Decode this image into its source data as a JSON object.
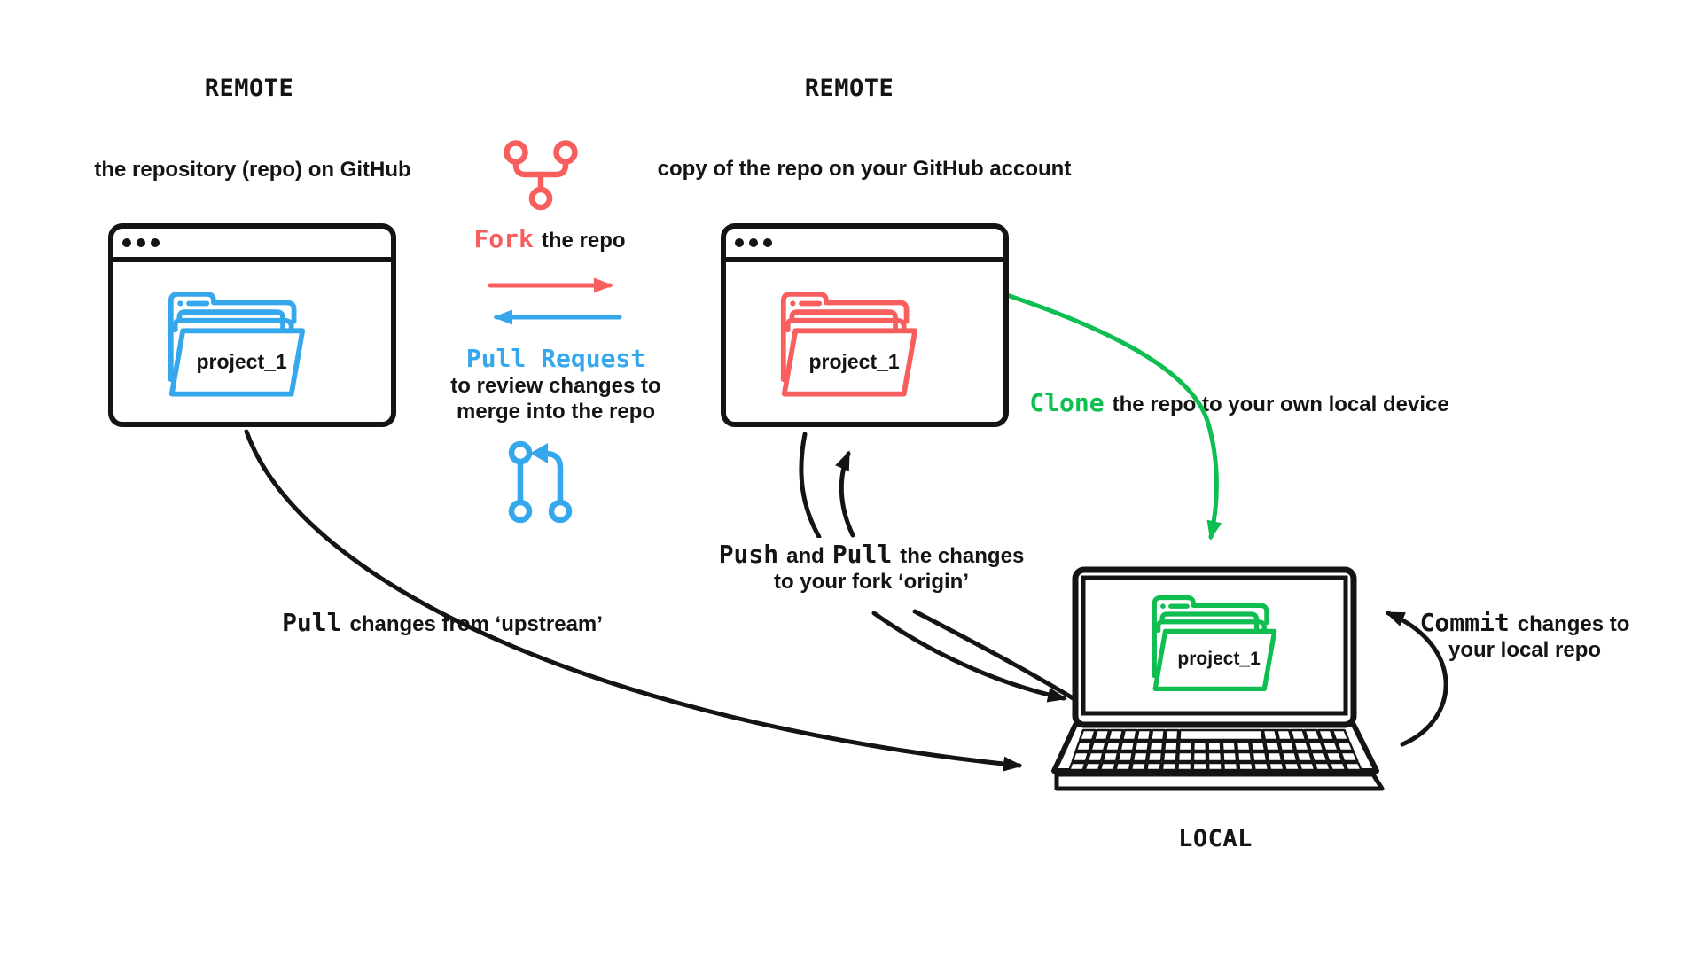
{
  "colors": {
    "ink": "#141414",
    "red": "#F85E5E",
    "blue": "#35A7EC",
    "green": "#0EBE51"
  },
  "headings": {
    "remote_left": "REMOTE",
    "remote_right": "REMOTE",
    "local": "LOCAL"
  },
  "captions": {
    "left_window": "the repository (repo) on GitHub",
    "right_window": "copy of the repo on your GitHub account"
  },
  "folders": {
    "left": "project_1",
    "right": "project_1",
    "laptop": "project_1"
  },
  "annotations": {
    "fork": {
      "keyword": "Fork",
      "rest": "the repo"
    },
    "pull_request": {
      "keyword": "Pull Request",
      "line2": "to review changes to",
      "line3": "merge into the repo"
    },
    "clone": {
      "keyword": "Clone",
      "rest": "the repo to your own local device"
    },
    "push_pull": {
      "kw1": "Push",
      "mid": "and",
      "kw2": "Pull",
      "rest": "the changes",
      "line2": "to your fork ‘origin’"
    },
    "pull_upstream": {
      "keyword": "Pull",
      "rest": "changes from ‘upstream’"
    },
    "commit": {
      "keyword": "Commit",
      "rest": "changes to",
      "line2": "your local repo"
    }
  },
  "icons": {
    "fork": "fork-icon",
    "pull_request": "pull-request-icon",
    "folder": "folder-icon",
    "laptop": "laptop-icon",
    "window_dots": "window-dots"
  }
}
